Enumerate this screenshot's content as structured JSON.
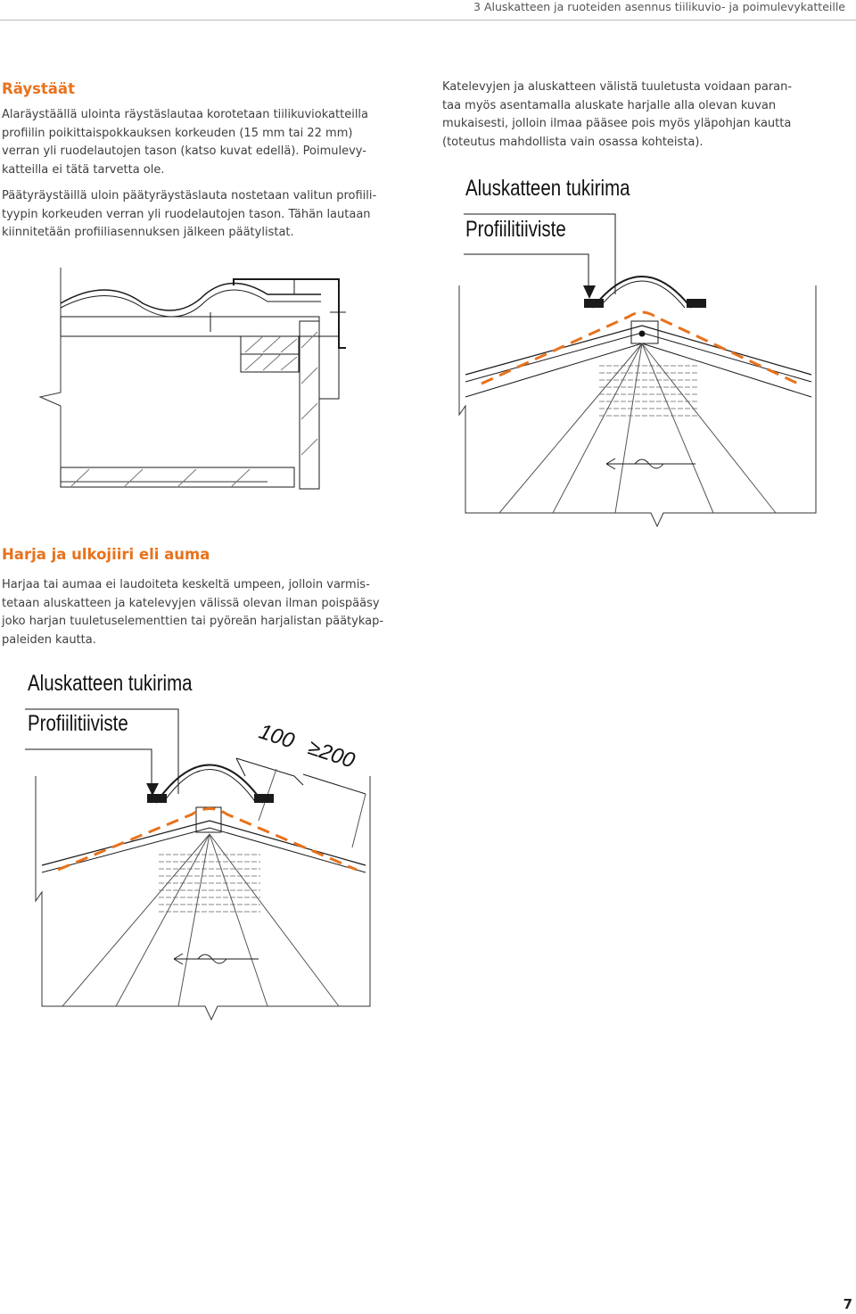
{
  "header": {
    "chapter_title": "3 Aluskatteen ja ruoteiden asennus tiilikuvio- ja poimulevykatteille"
  },
  "section_raystaat": {
    "heading": "Räystäät",
    "para1_lines": [
      "Alaräystäällä ulointa räystäslautaa korotetaan tiilikuviokatteilla",
      "profiilin poikittaispokkauksen korkeuden (15 mm tai 22 mm)",
      "verran yli ruodelautojen tason (katso kuvat edellä). Poimulevy-",
      "katteilla ei tätä tarvetta ole."
    ],
    "para2_lines": [
      "Päätyräystäillä uloin päätyräystäslauta nostetaan valitun profiili-",
      "tyypin korkeuden verran yli ruodelautojen tason. Tähän lautaan",
      "kiinnitetään profiiliasennuksen jälkeen päätylistat."
    ]
  },
  "right_column": {
    "para_lines": [
      "Katelevyjen ja aluskatteen välistä tuuletusta voidaan paran-",
      "taa myös asentamalla aluskate harjalle alla olevan kuvan",
      "mukaisesti, jolloin ilmaa pääsee pois myös yläpohjan kautta",
      "(toteutus mahdollista vain osassa kohteista)."
    ]
  },
  "figure_top_right": {
    "label_support": "Aluskatteen tukirima",
    "label_seal": "Profiilitiiviste"
  },
  "section_harja": {
    "heading": "Harja ja ulkojiiri eli auma",
    "para_lines": [
      "Harjaa tai aumaa ei laudoiteta keskeltä umpeen, jolloin varmis-",
      "tetaan aluskatteen ja katelevyjen välissä olevan ilman poispääsy",
      "joko harjan tuuletuselementtien tai pyöreän harjalistan päätykap-",
      "paleiden kautta."
    ]
  },
  "figure_bottom": {
    "label_support": "Aluskatteen tukirima",
    "label_seal": "Profiilitiiviste",
    "dim_100": "100",
    "dim_200": "≥200"
  },
  "colors": {
    "accent": "#e8721c",
    "text": "#3f3f3f",
    "line": "#1a1a1a"
  },
  "page_number": "7"
}
